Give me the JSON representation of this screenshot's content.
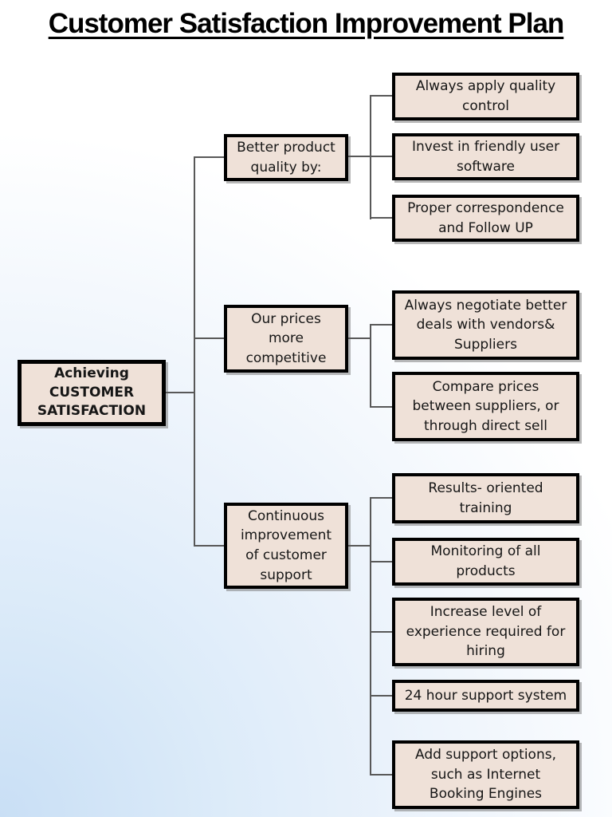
{
  "title": "Customer Satisfaction Improvement Plan",
  "colors": {
    "box_fill": "#efe1d8",
    "box_border": "#000000",
    "connector": "#585858",
    "background_corner": "#c9dff5",
    "background_main": "#ffffff",
    "title_color": "#000000"
  },
  "tree": {
    "root": {
      "label": "Achieving\nCUSTOMER\nSATISFACTION"
    },
    "branches": [
      {
        "label": "Better  product\nquality by:",
        "children": [
          "Always apply quality\ncontrol",
          "Invest in friendly user\nsoftware",
          "Proper correspondence\nand Follow UP"
        ]
      },
      {
        "label": "Our prices\nmore\ncompetitive",
        "children": [
          "Always negotiate better\ndeals with vendors&\nSuppliers",
          "Compare prices\nbetween suppliers, or\nthrough direct sell"
        ]
      },
      {
        "label": "Continuous\nimprovement\nof customer\nsupport",
        "children": [
          "Results- oriented\ntraining",
          "Monitoring of all\nproducts",
          "Increase level of\nexperience required for\nhiring",
          "24 hour support system",
          "Add support options,\nsuch as Internet\nBooking Engines"
        ]
      }
    ]
  }
}
